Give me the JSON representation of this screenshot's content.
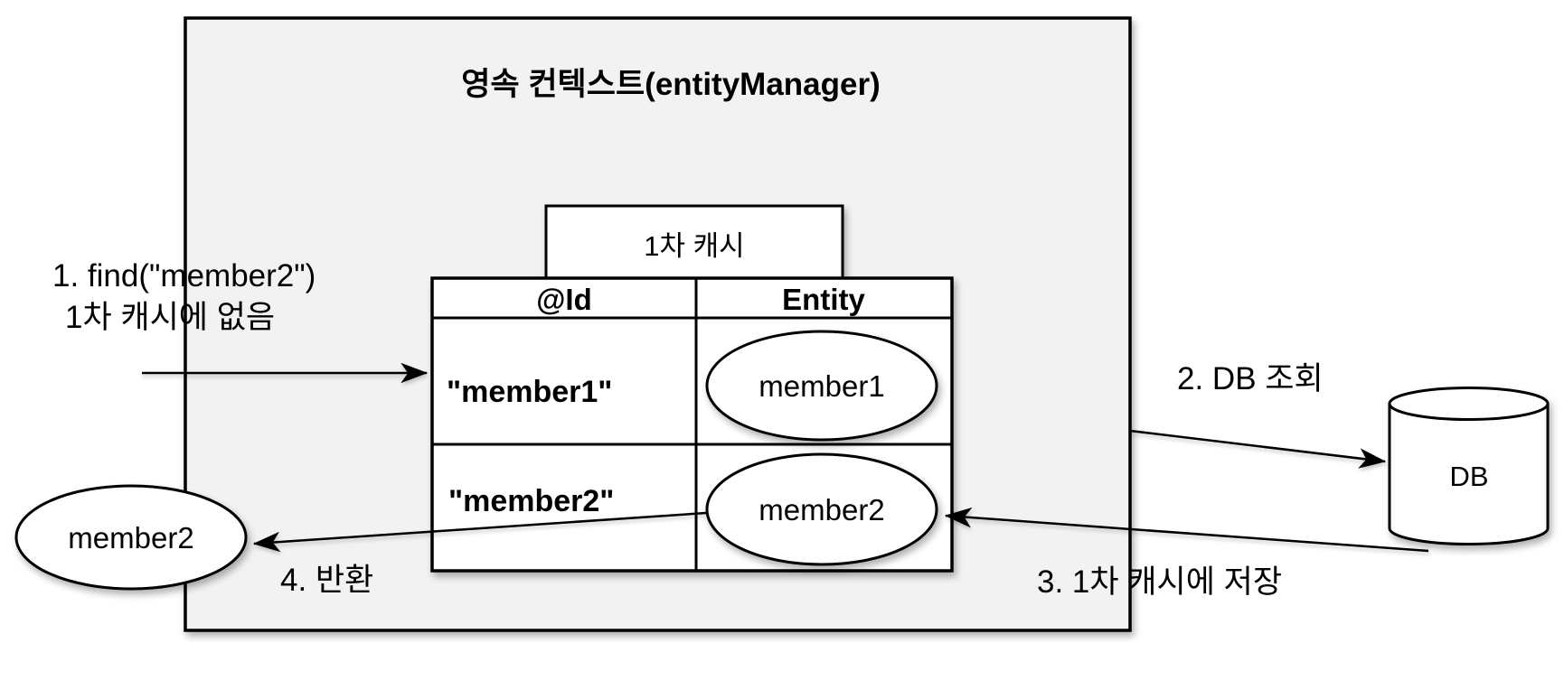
{
  "background_color": "#ffffff",
  "stroke_color": "#000000",
  "context": {
    "title": "영속 컨텍스트(entityManager)",
    "fill_color": "#f2f2f2"
  },
  "cache": {
    "label": "1차 캐시",
    "table": {
      "headers": [
        "@Id",
        "Entity"
      ],
      "rows": [
        {
          "id": "\"member1\"",
          "entity": "member1"
        },
        {
          "id": "\"member2\"",
          "entity": "member2"
        }
      ]
    }
  },
  "database": {
    "label": "DB"
  },
  "returned_entity": {
    "label": "member2"
  },
  "steps": {
    "step1_line1": "1. find(\"member2\")",
    "step1_line2": "1차 캐시에 없음",
    "step2": "2. DB 조회",
    "step3": "3. 1차 캐시에 저장",
    "step4": "4. 반환"
  }
}
